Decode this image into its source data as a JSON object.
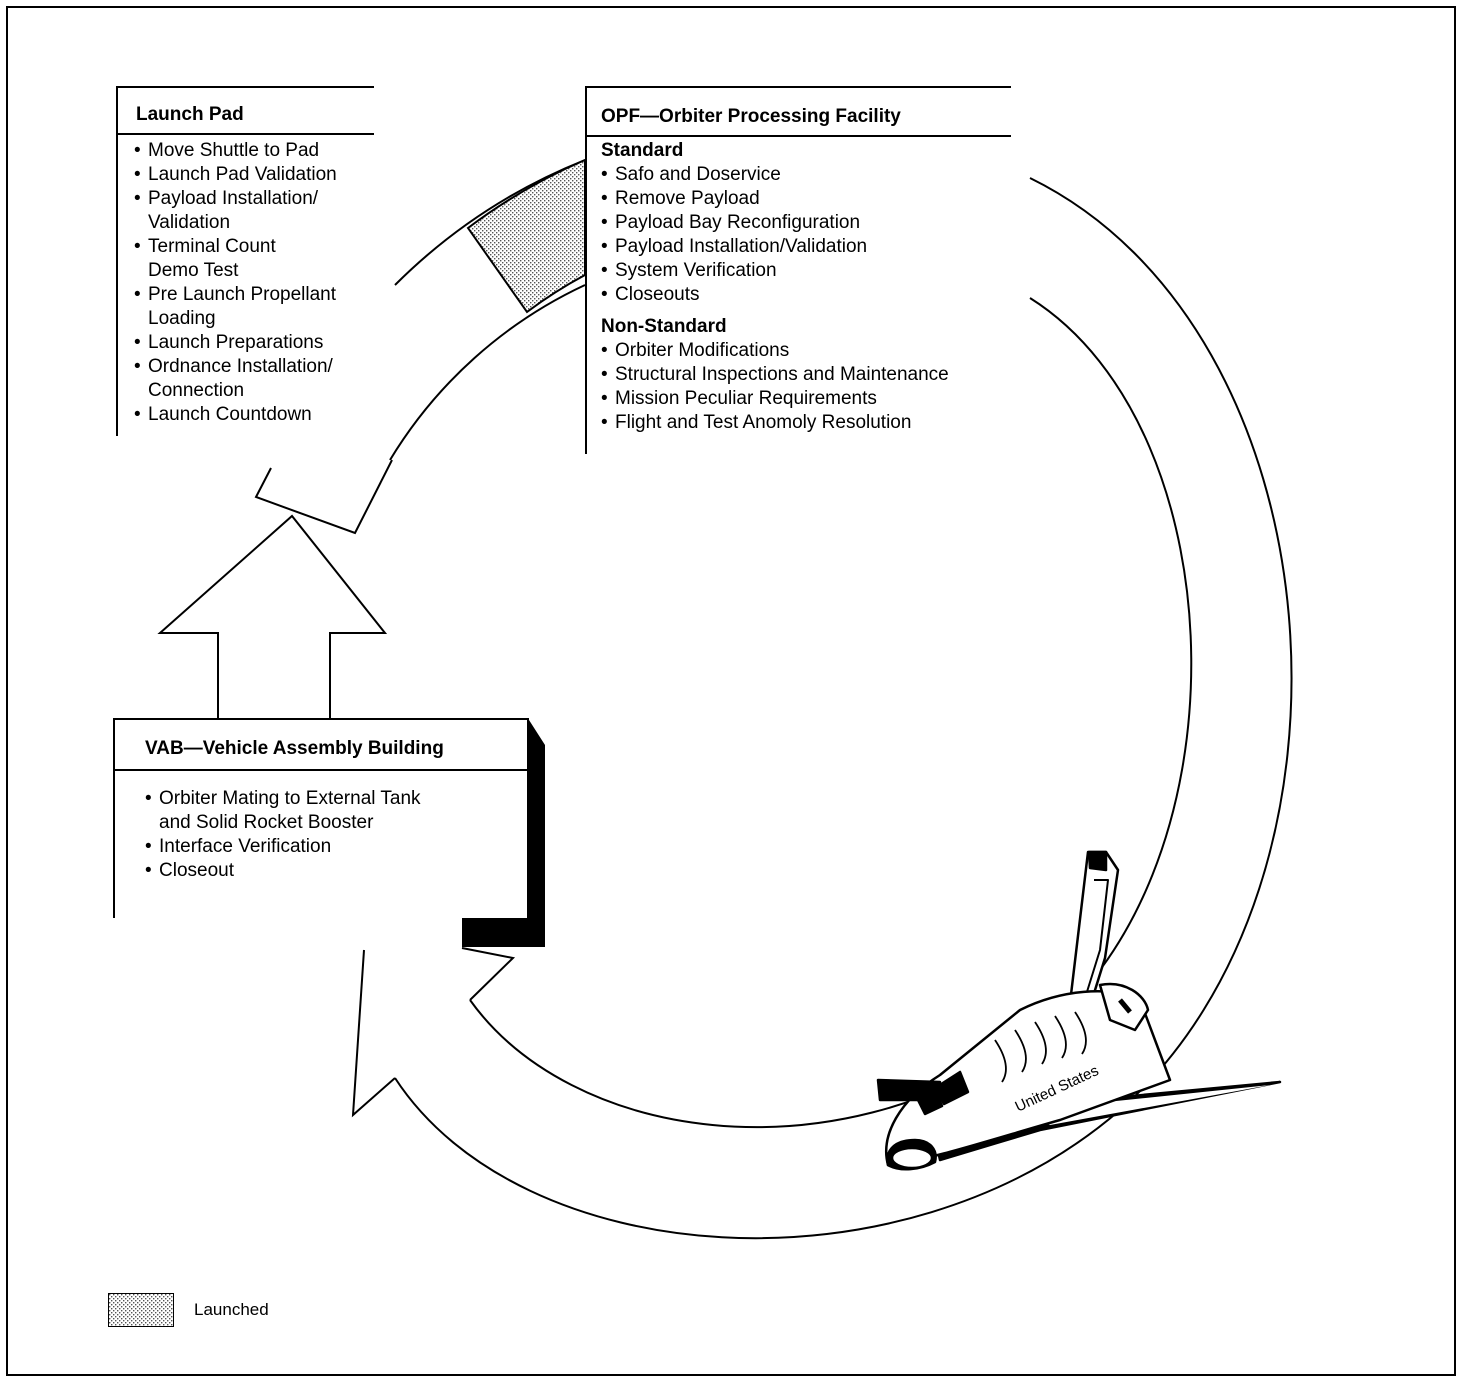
{
  "launch_pad": {
    "title": "Launch Pad",
    "items": [
      "Move Shuttle to Pad",
      "Launch Pad Validation",
      "Payload Installation/\nValidation",
      "Terminal Count\nDemo Test",
      "Pre Launch Propellant\nLoading",
      "Launch Preparations",
      "Ordnance Installation/\nConnection",
      "Launch Countdown"
    ]
  },
  "opf": {
    "title": "OPF—Orbiter Processing Facility",
    "standard": {
      "heading": "Standard",
      "items": [
        "Safo and Doservice",
        "Remove Payload",
        "Payload Bay Reconfiguration",
        "Payload Installation/Validation",
        "System Verification",
        "Closeouts"
      ]
    },
    "non_standard": {
      "heading": "Non-Standard",
      "items": [
        "Orbiter Modifications",
        "Structural Inspections and Maintenance",
        "Mission Peculiar Requirements",
        "Flight and Test Anomoly Resolution"
      ]
    }
  },
  "vab": {
    "title": "VAB—Vehicle Assembly Building",
    "items": [
      "Orbiter Mating to External Tank\nand Solid Rocket Booster",
      "Interface Verification",
      "Closeout"
    ]
  },
  "shuttle": {
    "label": "United States"
  },
  "legend": {
    "label": "Launched",
    "pattern": "stippled-gray"
  },
  "colors": {
    "ink": "#000000",
    "background": "#ffffff",
    "launched_fill": "#c8c8c8"
  }
}
